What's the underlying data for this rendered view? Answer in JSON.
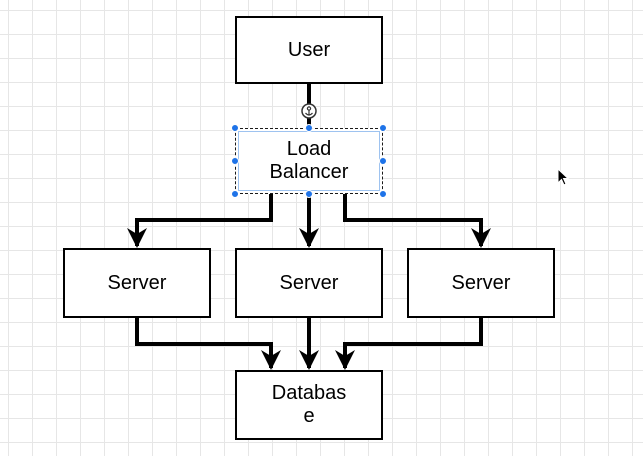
{
  "diagram": {
    "nodes": [
      {
        "id": "user",
        "label": "User"
      },
      {
        "id": "lb",
        "label": "Load Balancer",
        "selected": true
      },
      {
        "id": "server-1",
        "label": "Server"
      },
      {
        "id": "server-2",
        "label": "Server"
      },
      {
        "id": "server-3",
        "label": "Server"
      },
      {
        "id": "db",
        "label": "Database"
      }
    ],
    "edges": [
      {
        "from": "user",
        "to": "lb"
      },
      {
        "from": "lb",
        "to": "server-1"
      },
      {
        "from": "lb",
        "to": "server-2"
      },
      {
        "from": "lb",
        "to": "server-3"
      },
      {
        "from": "server-1",
        "to": "db"
      },
      {
        "from": "server-2",
        "to": "db"
      },
      {
        "from": "server-3",
        "to": "db"
      }
    ],
    "colors": {
      "background": "#ffffff",
      "grid": "#e6e6e6",
      "stroke": "#000000",
      "selection": "#1e73e8"
    },
    "icons": {
      "connection_handle": "anchor-icon",
      "cursor": "mouse-pointer-icon"
    }
  }
}
